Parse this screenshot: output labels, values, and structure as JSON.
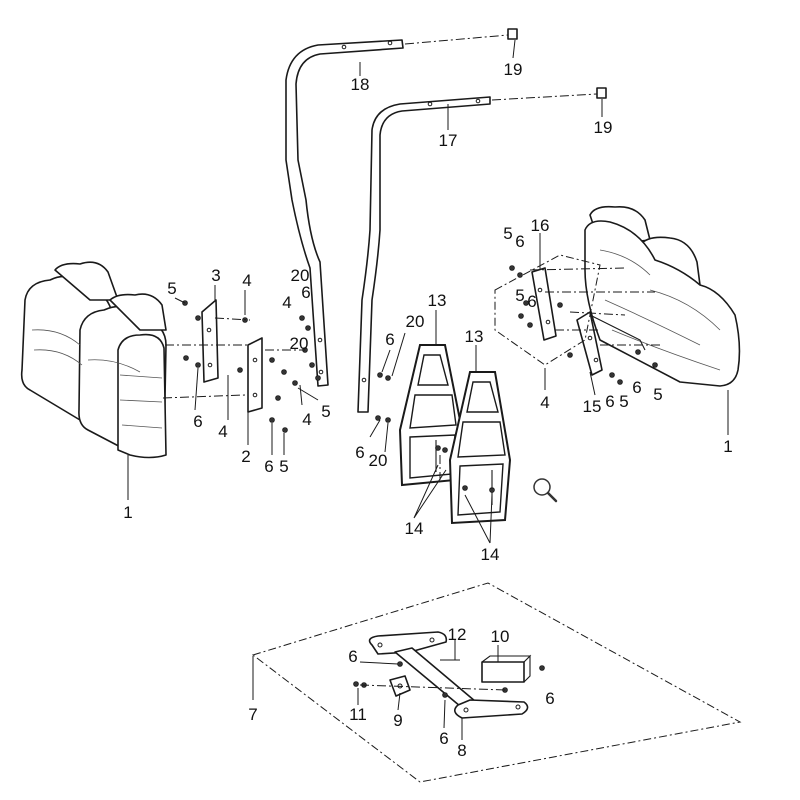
{
  "callouts": {
    "c1a": "1",
    "c1b": "1",
    "c2": "2",
    "c3": "3",
    "c4a": "4",
    "c4b": "4",
    "c4c": "4",
    "c4d": "4",
    "c4e": "4",
    "c5a": "5",
    "c5b": "5",
    "c5c": "5",
    "c5d": "5",
    "c5e": "5",
    "c5f": "5",
    "c6a": "6",
    "c6b": "6",
    "c6c": "6",
    "c6d": "6",
    "c6e": "6",
    "c6f": "6",
    "c6g": "6",
    "c6h": "6",
    "c6i": "6",
    "c6j": "6",
    "c6k": "6",
    "c6l": "6",
    "c7": "7",
    "c8": "8",
    "c9": "9",
    "c10": "10",
    "c11": "11",
    "c12": "12",
    "c13a": "13",
    "c13b": "13",
    "c14a": "14",
    "c14b": "14",
    "c15": "15",
    "c16": "16",
    "c17": "17",
    "c18": "18",
    "c19a": "19",
    "c19b": "19",
    "c20a": "20",
    "c20b": "20",
    "c20c": "20",
    "c20d": "20"
  },
  "zoom_icon": "magnifier-icon"
}
